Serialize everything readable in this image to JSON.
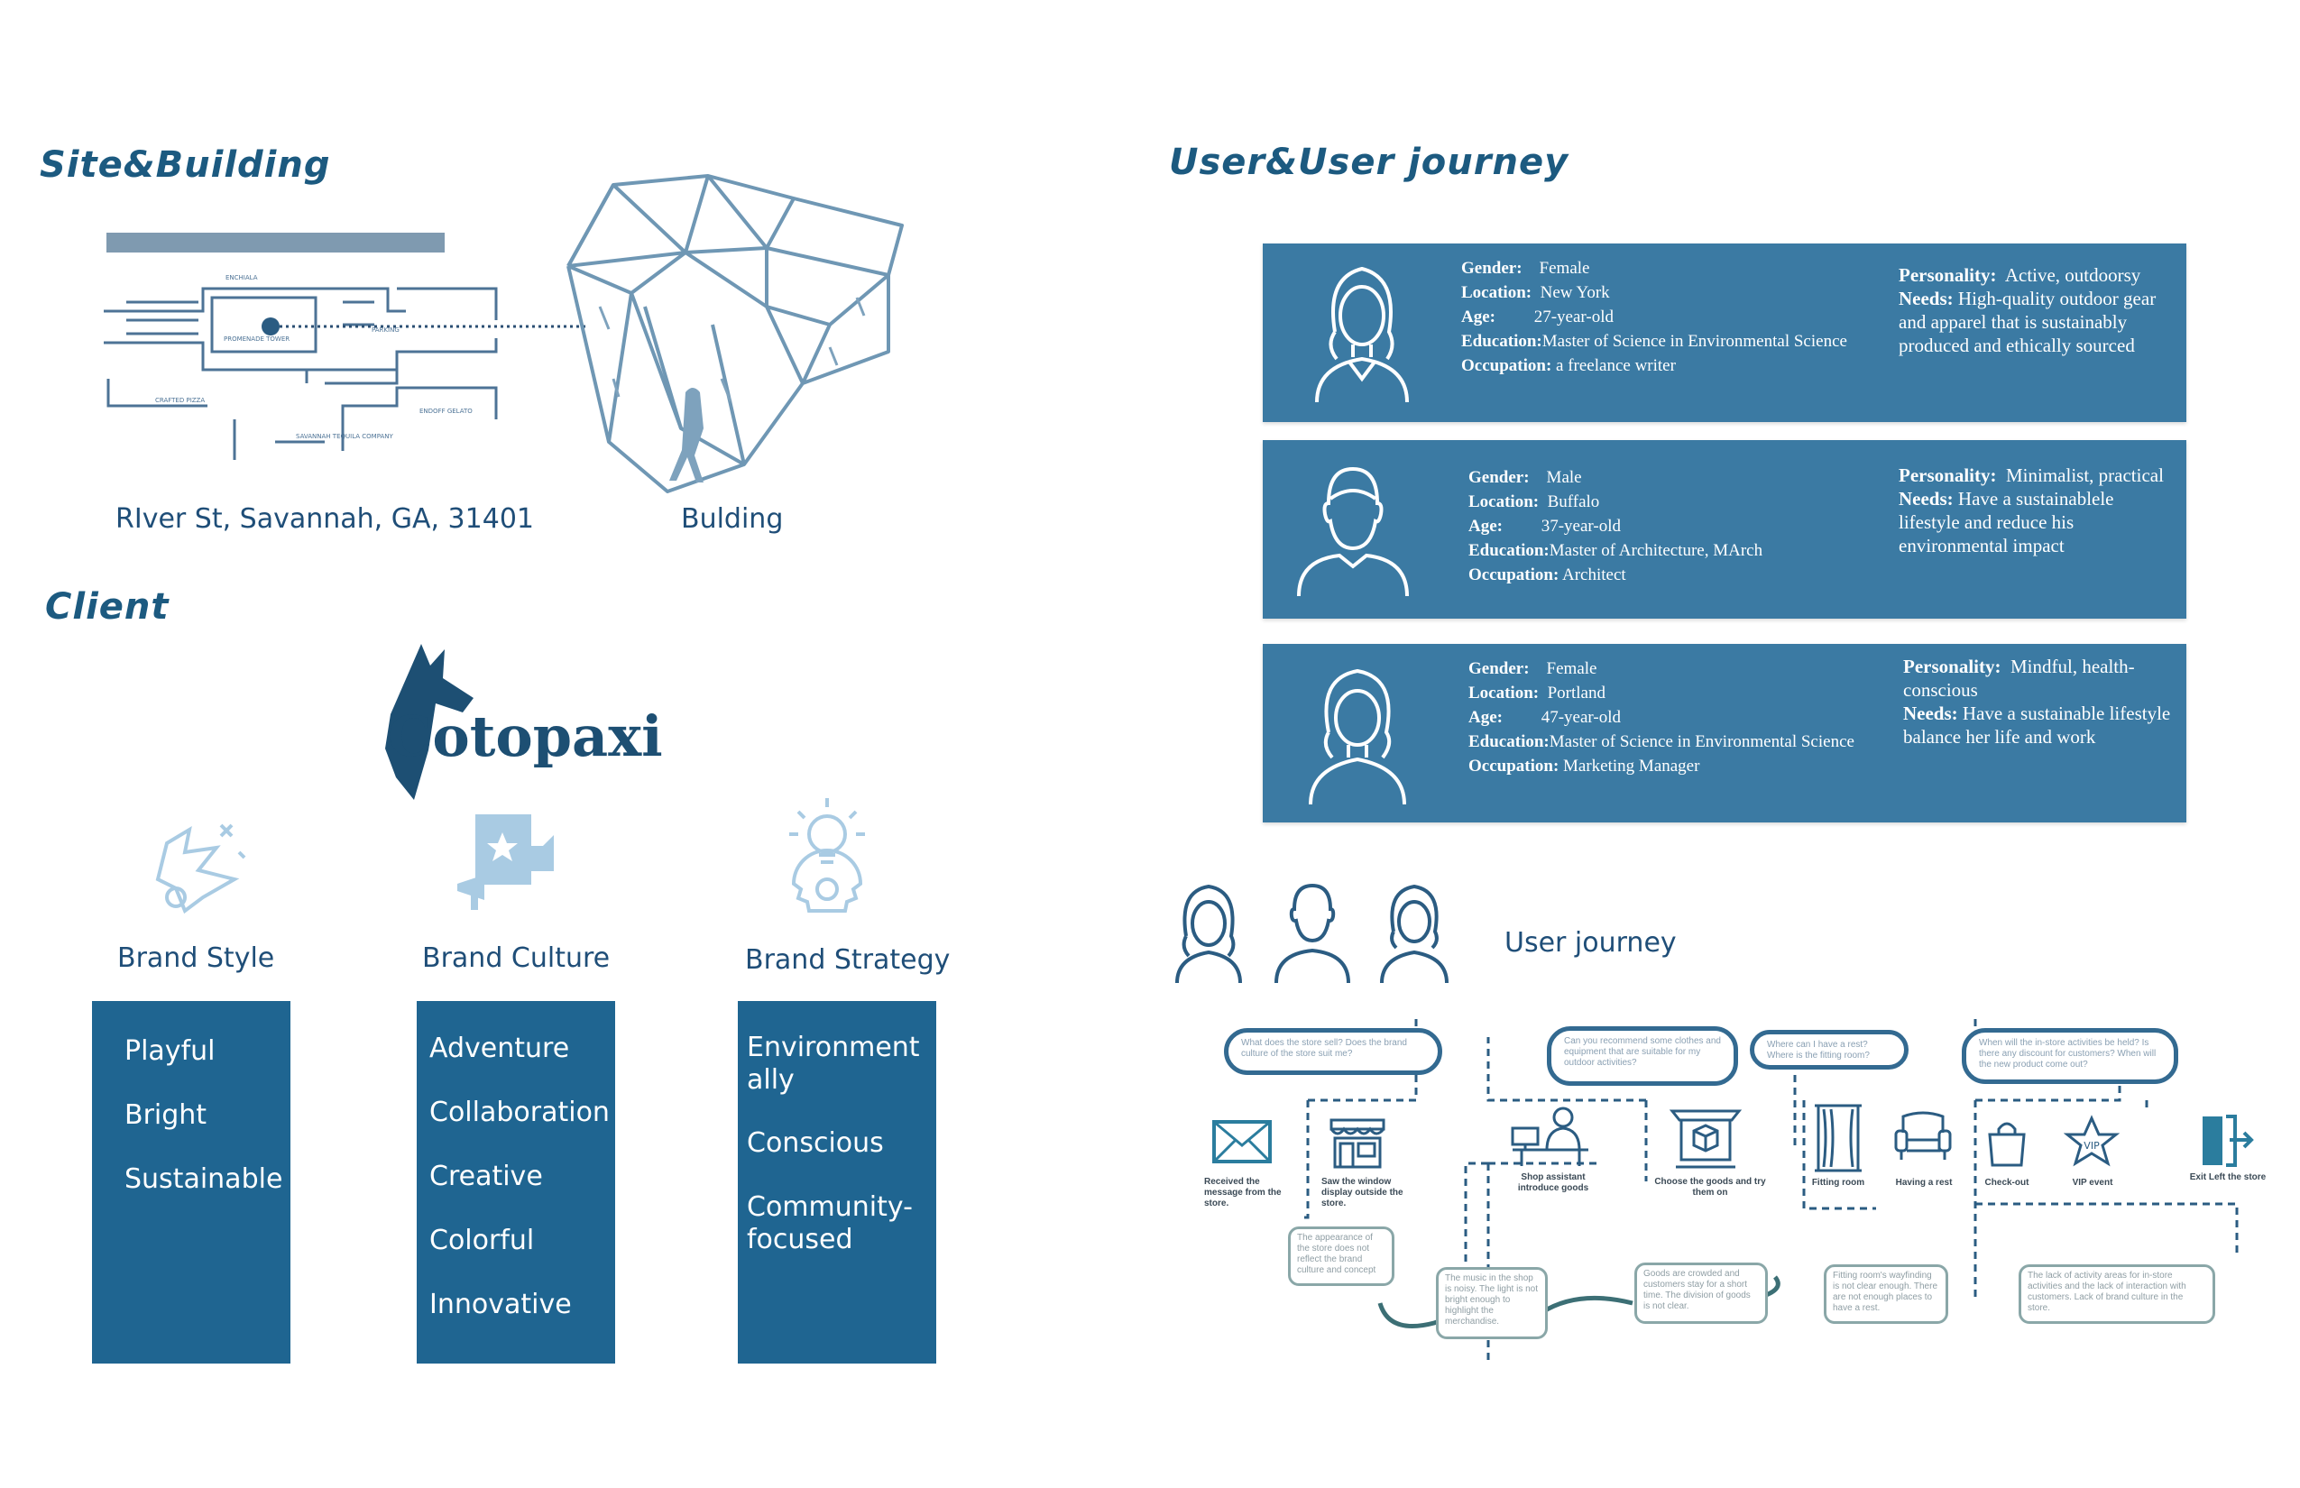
{
  "site_building": {
    "title": "Site&Building",
    "address": "RIver St, Savannah, GA, 31401",
    "building_label": "Bulding",
    "map_labels": [
      "ENCHIALA",
      "PARKING",
      "CRAFTED PIZZA",
      "SAVANNAH TEQUILA COMPANY",
      "ENDOFF GELATO",
      "PROMENADE TOWER"
    ]
  },
  "client": {
    "title": "Client",
    "logo_text": "Cotopaxi",
    "brand_style": {
      "label": "Brand Style",
      "items": [
        "Playful",
        "Bright",
        "Sustainable"
      ]
    },
    "brand_culture": {
      "label": "Brand Culture",
      "items": [
        "Adventure",
        "Collaboration",
        "Creative",
        "Colorful",
        "Innovative"
      ]
    },
    "brand_strategy": {
      "label": "Brand Strategy",
      "items": [
        "Environment ally",
        "Conscious",
        "Community-focused"
      ]
    }
  },
  "users": {
    "title": "User&User journey",
    "personas": [
      {
        "gender_label": "Gender:",
        "gender": "Female",
        "location_label": "Location:",
        "location": "New York",
        "age_label": "Age:",
        "age": "27-year-old",
        "education_label": "Education:",
        "education": "Master of Science in Environmental Science",
        "occupation_label": "Occupation:",
        "occupation": "a freelance writer",
        "personality_label": "Personality:",
        "personality": "Active, outdoorsy",
        "needs_label": "Needs:",
        "needs": "High-quality outdoor gear and apparel that is sustainably produced and ethically sourced"
      },
      {
        "gender_label": "Gender:",
        "gender": "Male",
        "location_label": "Location:",
        "location": "Buffalo",
        "age_label": "Age:",
        "age": "37-year-old",
        "education_label": "Education:",
        "education": "Master of Architecture,  MArch",
        "occupation_label": "Occupation:",
        "occupation": "Architect",
        "personality_label": "Personality:",
        "personality": "Minimalist, practical",
        "needs_label": "Needs:",
        "needs": "Have a sustainablele lifestyle and reduce his environmental impact"
      },
      {
        "gender_label": "Gender:",
        "gender": "Female",
        "location_label": "Location:",
        "location": "Portland",
        "age_label": "Age:",
        "age": "47-year-old",
        "education_label": "Education:",
        "education": "Master of Science in Environmental Science",
        "occupation_label": "Occupation:",
        "occupation": "Marketing Manager",
        "personality_label": "Personality:",
        "personality": "Mindful, health-conscious",
        "needs_label": "Needs:",
        "needs": "Have a sustainable lifestyle balance her life and work"
      }
    ]
  },
  "journey": {
    "title": "User journey",
    "questions": [
      "What does the store sell? Does the brand culture of the store suit me?",
      "Can you recommend some clothes and equipment that are suitable for my outdoor activities?",
      "Where can I have a rest? Where is the fitting room?",
      "When will the in-store activities be held? Is there any discount for customers? When will the new product come out?"
    ],
    "steps": [
      "Received the message from the store.",
      "Saw the window display outside the store.",
      "Shop assistant introduce goods",
      "Choose the goods and try them on",
      "Fitting room",
      "Having a rest",
      "Check-out",
      "VIP event",
      "Exit Left the store"
    ],
    "vip_text": "VIP",
    "pain_points": [
      "The appearance of the store does not reflect the brand culture and concept",
      "The music in the shop is noisy. The light is not bright enough to highlight the merchandise.",
      "Goods are crowded and customers stay for a short time. The division of goods is not clear.",
      "Fitting room's wayfinding is not clear enough. There are not enough places to have a rest.",
      "The lack of activity areas for in-store activities and the lack of interaction with customers. Lack of brand culture in the store."
    ]
  },
  "colors": {
    "accent": "#1f6591",
    "persona_bg": "#3b7aa3",
    "title": "#1c5a80",
    "icon_light": "#a9cbe3"
  }
}
